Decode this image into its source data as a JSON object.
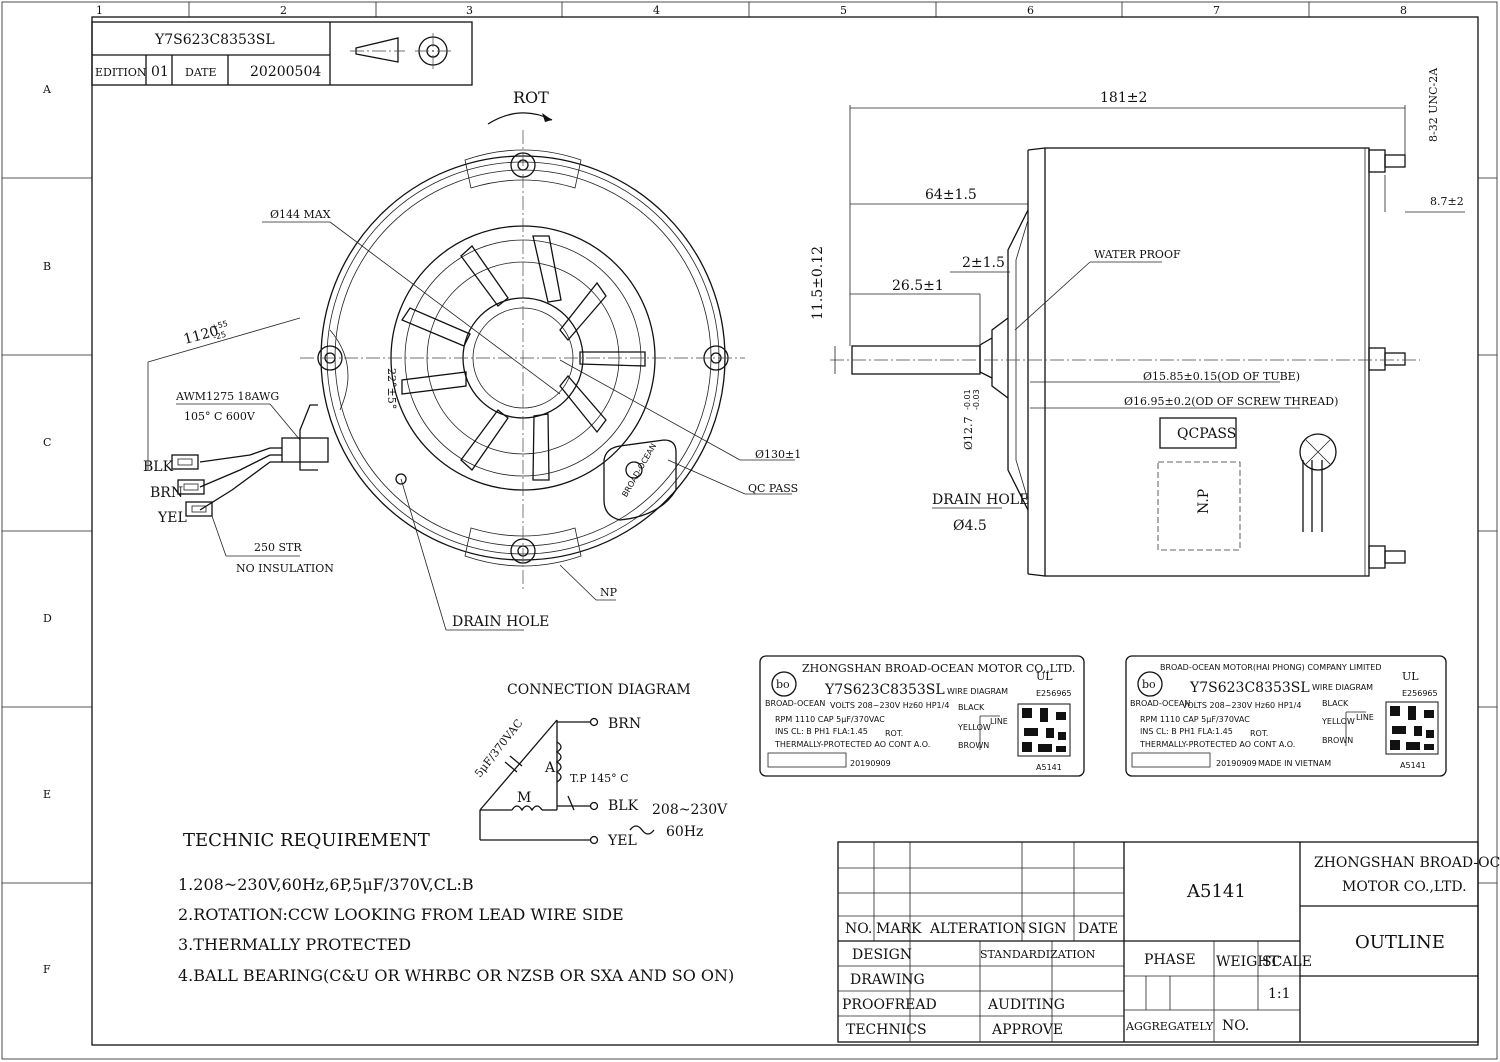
{
  "grid": {
    "columns": [
      "1",
      "2",
      "3",
      "4",
      "5",
      "6",
      "7",
      "8"
    ],
    "rows": [
      "A",
      "B",
      "C",
      "D",
      "E",
      "F"
    ]
  },
  "title_block_top": {
    "part_number": "Y7S623C8353SL",
    "edition_label": "EDITION",
    "edition": "01",
    "date_label": "DATE",
    "date": "20200504"
  },
  "front_view": {
    "rot": "ROT",
    "dia_max": "Ø144 MAX",
    "lead_length": "1120",
    "lead_tol_plus": "+55",
    "lead_tol_minus": "-25",
    "wire_spec": "AWM1275 18AWG",
    "wire_temp": "105° C 600V",
    "angle": "22°±5°",
    "blk": "BLK",
    "brn": "BRN",
    "yel": "YEL",
    "strip": "250 STR",
    "no_insulation": "NO INSULATION",
    "bolt_circle": "Ø130±1",
    "qc_pass": "QC PASS",
    "np": "NP",
    "drain_hole": "DRAIN HOLE",
    "label_brand": "BROAD-OCEAN"
  },
  "side_view": {
    "overall": "181±2",
    "body_offset": "64±1.5",
    "thread": "8-32 UNC-2A",
    "stud_len": "8.7±2",
    "shaft_flat": "2±1.5",
    "shaft_len": "26.5±1",
    "shaft_height": "11.5±0.12",
    "water_proof": "WATER PROOF",
    "shaft_dia": "Ø12.7",
    "shaft_dia_tol_a": "-0.01",
    "shaft_dia_tol_b": "-0.03",
    "tube_od": "Ø15.85±0.15(OD OF TUBE)",
    "screw_od": "Ø16.95±0.2(OD OF SCREW THREAD)",
    "qcpass_box": "QCPASS",
    "np_box": "N.P",
    "drain_hole": "DRAIN HOLE",
    "drain_dia": "Ø4.5"
  },
  "connection": {
    "title": "CONNECTION DIAGRAM",
    "cap": "5μF/370VAC",
    "a": "A",
    "m": "M",
    "tp": "T.P 145° C",
    "brn": "BRN",
    "blk": "BLK",
    "yel": "YEL",
    "volts": "208~230V",
    "hz": "60Hz"
  },
  "nameplate_1": {
    "company": "ZHONGSHAN BROAD-OCEAN MOTOR CO.,LTD.",
    "model": "Y7S623C8353SL",
    "brand": "BROAD-OCEAN",
    "volts": "VOLTS 208~230V  Hz60  HP1/4",
    "rpm": "RPM 1110  CAP 5μF/370VAC",
    "ins": "INS CL: B  PH1  FLA:1.45",
    "thermal": "THERMALLY-PROTECTED AO   CONT A.O.",
    "rot": "ROT.",
    "wire_diagram": "WIRE DIAGRAM",
    "black": "BLACK",
    "yellow": "YELLOW",
    "brown": "BROWN",
    "line": "LINE",
    "cert": "E256965",
    "date": "20190909",
    "code": "A5141"
  },
  "nameplate_2": {
    "company": "BROAD-OCEAN MOTOR(HAI PHONG) COMPANY LIMITED",
    "model": "Y7S623C8353SL",
    "brand": "BROAD-OCEAN",
    "volts": "VOLTS 208~230V  Hz60  HP1/4",
    "rpm": "RPM 1110  CAP 5μF/370VAC",
    "ins": "INS CL: B  PH1  FLA:1.45",
    "thermal": "THERMALLY-PROTECTED AO   CONT A.O.",
    "rot": "ROT.",
    "wire_diagram": "WIRE DIAGRAM",
    "black": "BLACK",
    "yellow": "YELLOW",
    "brown": "BROWN",
    "line": "LINE",
    "cert": "E256965",
    "date": "20190909",
    "made_in": "MADE IN VIETNAM",
    "code": "A5141"
  },
  "requirements": {
    "title": "TECHNIC REQUIREMENT",
    "items": [
      "1.208~230V,60Hz,6P,5μF/370V,CL:B",
      "2.ROTATION:CCW LOOKING FROM LEAD WIRE SIDE",
      "3.THERMALLY PROTECTED",
      "4.BALL BEARING(C&U OR WHRBC OR NZSB OR SXA AND SO ON)"
    ]
  },
  "title_block": {
    "no": "NO.",
    "mark": "MARK",
    "alteration": "ALTERATION",
    "sign": "SIGN",
    "date": "DATE",
    "design": "DESIGN",
    "standardization": "STANDARDIZATION",
    "drawing": "DRAWING",
    "proofread": "PROOFREAD",
    "auditing": "AUDITING",
    "technics": "TECHNICS",
    "approve": "APPROVE",
    "drawing_no": "A5141",
    "company_1": "ZHONGSHAN BROAD-OCEAN",
    "company_2": "MOTOR CO.,LTD.",
    "outline": "OUTLINE",
    "phase": "PHASE",
    "weight": "WEIGHT",
    "scale_label": "SCALE",
    "scale": "1:1",
    "aggregately": "AGGREGATELY",
    "no2": "NO."
  }
}
